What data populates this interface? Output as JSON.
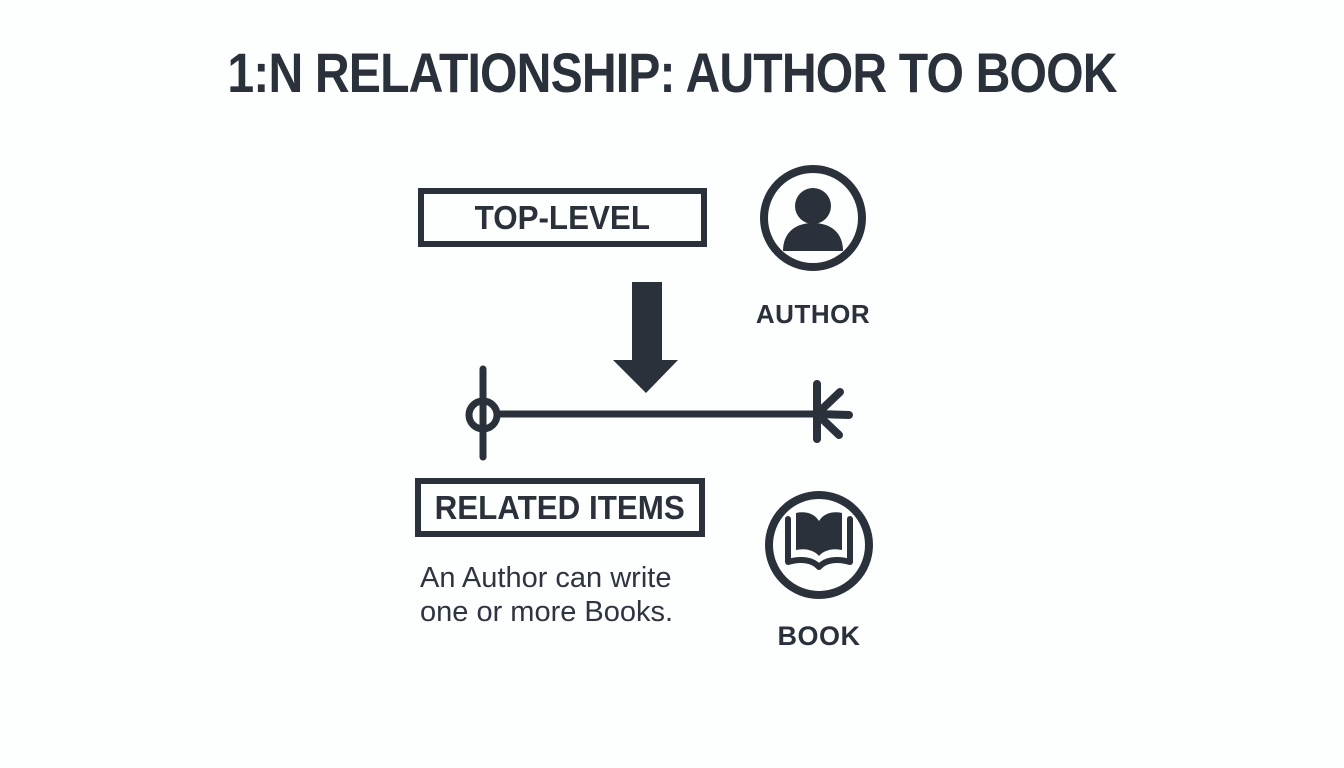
{
  "colors": {
    "ink": "#2a313b",
    "background": "#fdfefe"
  },
  "title": "1:N RELATIONSHIP: AUTHOR TO BOOK",
  "top_entity": {
    "box_label": "TOP-LEVEL",
    "entity_label": "AUTHOR",
    "icon": "person-icon"
  },
  "related_entity": {
    "box_label": "RELATED ITEMS",
    "entity_label": "BOOK",
    "icon": "open-book-icon"
  },
  "relationship": {
    "arrow_icon": "down-arrow-icon",
    "connector_left_end": "one-ring-terminator",
    "connector_right_end": "many-crow-foot-terminator"
  },
  "description": {
    "line1": "An Author can write",
    "line2": "one or more Books."
  }
}
